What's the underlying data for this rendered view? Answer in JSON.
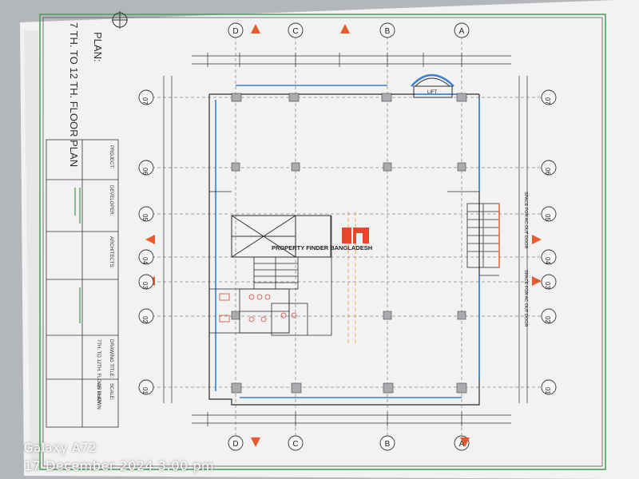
{
  "drawing": {
    "title_line1": "PLAN:",
    "title_line2": "7 TH. TO 12 TH. FLOOR PLAN",
    "lift_label": "LIFT",
    "ac_note_upper": "SPACE FOR AC OUT DOOR",
    "ac_note_lower": "SPACE FOR AC OUT DOOR",
    "watermark": "PROPERTY FINDER BANGLADESH",
    "grid_letters_top": [
      "D",
      "C",
      "B",
      "A"
    ],
    "grid_letters_bottom": [
      "D",
      "C",
      "B",
      "A"
    ],
    "grid_numbers_left": [
      "07",
      "06",
      "05",
      "04",
      "03",
      "02",
      "01"
    ],
    "grid_numbers_right": [
      "07",
      "06",
      "05",
      "04",
      "03",
      "02",
      "01"
    ],
    "title_block": {
      "project": "PROJECT:",
      "developer": "DEVELOPER:",
      "architects": "ARCHITECTS:",
      "drawing_title_label": "DRAWING TITLE:",
      "drawing_title": "7TH. TO 12TH. FLOOR PLAN",
      "scale_label": "SCALE:",
      "scale": "AS SHOWN"
    }
  },
  "camera_stamp": {
    "device": "Galaxy A72",
    "datetime": "17 December 2024 3:00 pm"
  },
  "colors": {
    "paper": "#f3f4f3",
    "ink": "#2a2d33",
    "wall_blue": "#3a7fd0",
    "arrow_red": "#e65a2e",
    "watermark_red": "#e8472b"
  }
}
